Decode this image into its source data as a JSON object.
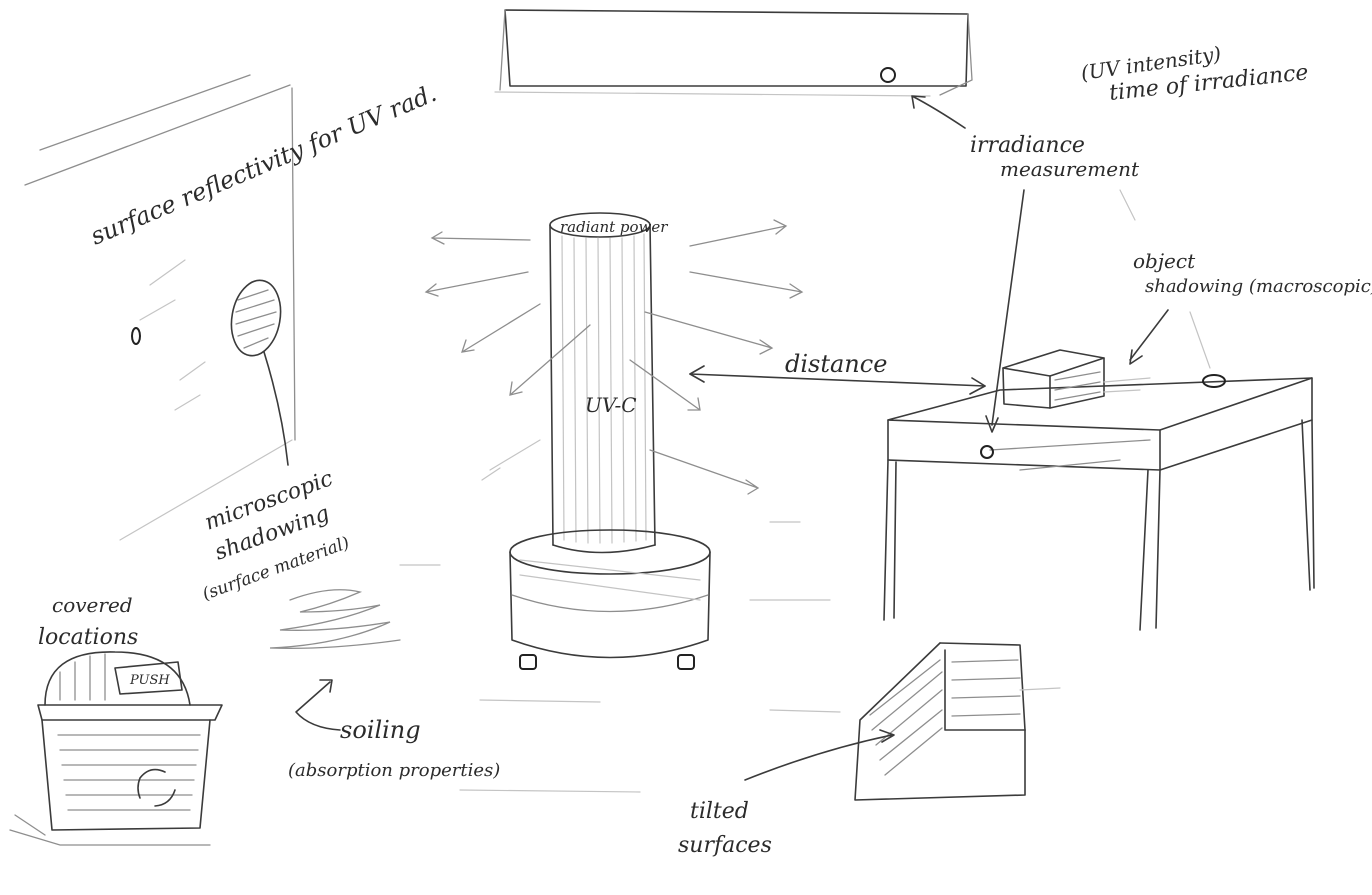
{
  "labels": {
    "surface_reflectivity": "surface reflectivity for UV rad.",
    "uv_intensity": "(UV intensity)",
    "time_of_irradiance": "time of irradiance",
    "irradiance": "irradiance",
    "measurement": "measurement",
    "radiant_power": "radiant power",
    "uvc": "UV-C",
    "distance": "distance",
    "object": "object",
    "shadowing_macroscopic": "shadowing (macroscopic)",
    "microscopic": "microscopic",
    "shadowing": "shadowing",
    "surface_material": "(surface material)",
    "covered": "covered",
    "locations": "locations",
    "push": "PUSH",
    "soiling": "soiling",
    "absorption_properties": "(absorption properties)",
    "tilted": "tilted",
    "surfaces": "surfaces"
  }
}
